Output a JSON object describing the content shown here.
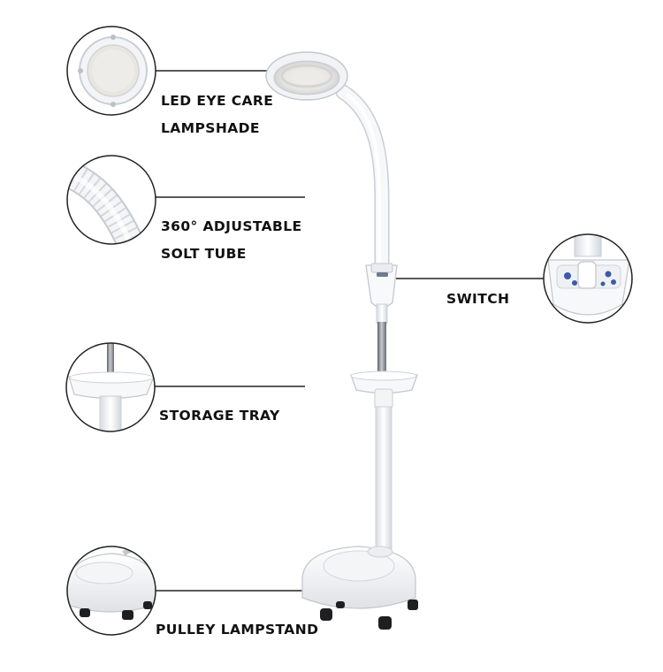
{
  "features": {
    "led_shade": {
      "line1": "LED EYE CARE",
      "line2": "LAMPSHADE",
      "icon": "lampshade-detail-icon"
    },
    "tube": {
      "line1": "360° ADJUSTABLE",
      "line2": "SOLT TUBE",
      "icon": "gooseneck-tube-detail-icon"
    },
    "switch": {
      "label": "SWITCH",
      "icon": "switch-detail-icon"
    },
    "tray": {
      "label": "STORAGE TRAY",
      "icon": "tray-detail-icon"
    },
    "pulley": {
      "label": "PULLEY LAMPSTAND",
      "icon": "wheeled-base-detail-icon"
    }
  },
  "colors": {
    "lamp_body": "#f6f7f9",
    "outline": "#c9ced6",
    "pole_metal": "#8c9096",
    "wheels": "#1f1f22",
    "leader_lines": "#222222",
    "switch_pattern": "#3b5ba8"
  }
}
